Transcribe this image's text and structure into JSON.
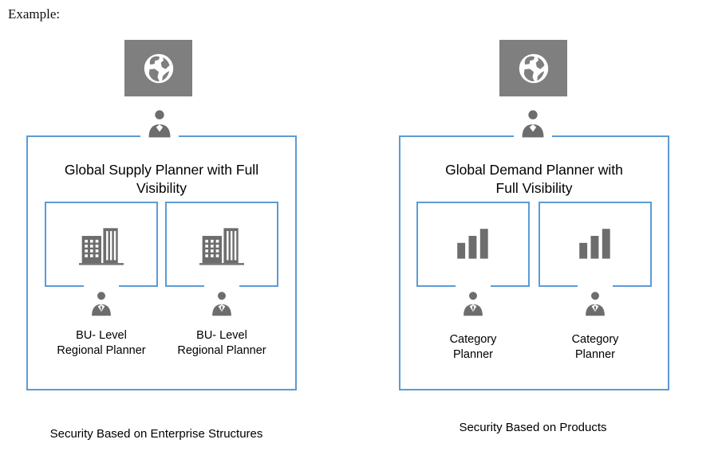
{
  "example_label": "Example:",
  "colors": {
    "accent_blue": "#5B9BD5",
    "icon_gray": "#6D6D6D",
    "globe_background": "#7F7F7F"
  },
  "icons": {
    "globe": "globe-icon",
    "planner_person": "person-icon",
    "regional_planner_person": "person-tie-icon",
    "enterprise_structure": "buildings-icon",
    "product_category": "bar-chart-icon"
  },
  "panels": [
    {
      "title_line1": "Global Supply Planner with Full",
      "title_line2": "Visibility",
      "items": [
        {
          "label_line1": "BU- Level",
          "label_line2": "Regional Planner"
        },
        {
          "label_line1": "BU- Level",
          "label_line2": "Regional Planner"
        }
      ],
      "caption": "Security Based on Enterprise Structures"
    },
    {
      "title_line1": "Global Demand Planner with",
      "title_line2": "Full Visibility",
      "items": [
        {
          "label_line1": "Category",
          "label_line2": "Planner"
        },
        {
          "label_line1": "Category",
          "label_line2": "Planner"
        }
      ],
      "caption": "Security Based on Products"
    }
  ]
}
